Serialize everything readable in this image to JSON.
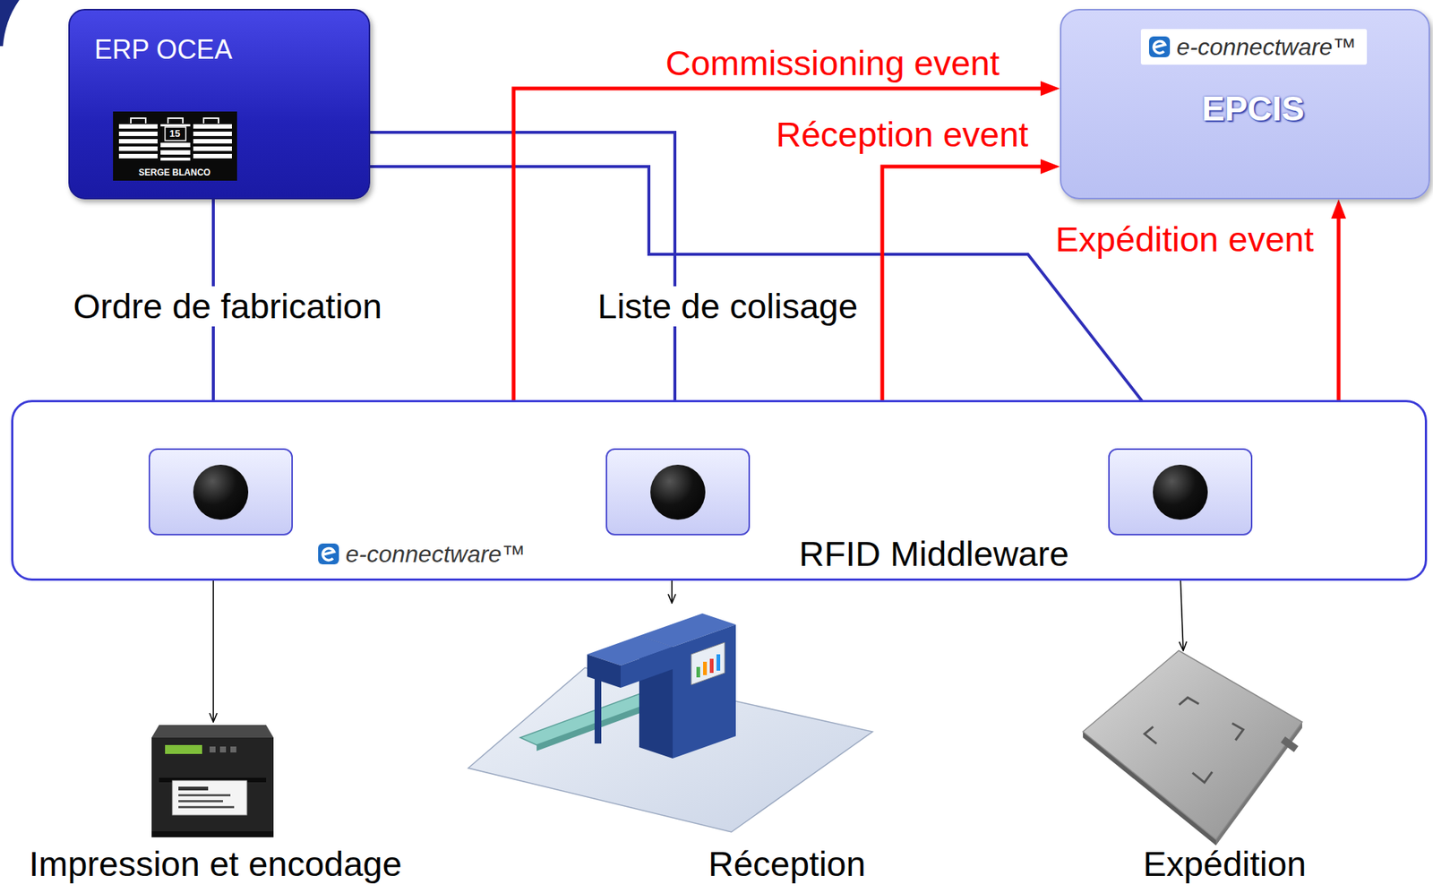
{
  "diagram": {
    "nodes": [
      {
        "text": [
          "ERP OCEA"
        ]
      },
      {
        "text": [
          "e-connectware™",
          "EPCIS"
        ]
      },
      {
        "text": [
          "e-connectware™",
          "RFID Middleware"
        ]
      },
      {
        "text": [],
        "in": 2
      },
      {
        "text": [],
        "in": 2
      },
      {
        "text": [],
        "in": 2
      },
      {
        "text": [
          "Impression et encodage"
        ]
      },
      {
        "text": [
          "Réception"
        ]
      },
      {
        "text": [
          "Expédition"
        ]
      }
    ],
    "edges": [
      {
        "from": 0,
        "to": 3,
        "arrow": "to",
        "label": "Ordre de fabrication"
      },
      {
        "from": 0,
        "to": 4,
        "arrow": "to",
        "label": "Liste de colisage"
      },
      {
        "from": 0,
        "to": 5,
        "arrow": "to"
      },
      {
        "from": 3,
        "to": 1,
        "arrow": "to",
        "label": "Commissioning event"
      },
      {
        "from": 4,
        "to": 1,
        "arrow": "to",
        "label": "Réception event"
      },
      {
        "from": 5,
        "to": 1,
        "arrow": "to",
        "label": "Expédition event"
      },
      {
        "from": 3,
        "to": 6,
        "arrow": "to"
      },
      {
        "from": 4,
        "to": 7,
        "arrow": "to"
      },
      {
        "from": 5,
        "to": 8,
        "arrow": "to"
      }
    ],
    "labels": [
      "15",
      "SERGE BLANCO"
    ]
  }
}
